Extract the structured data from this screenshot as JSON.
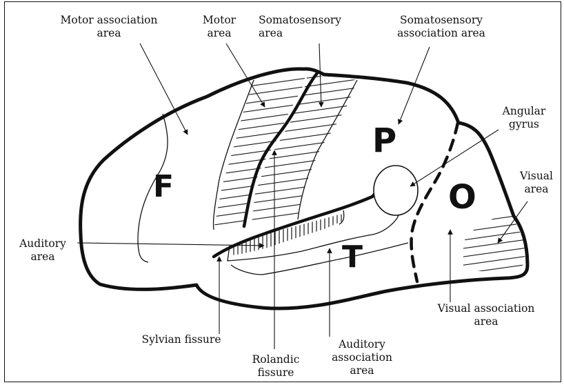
{
  "diagram": {
    "labels": {
      "motor_association_area": [
        "Motor association",
        "area"
      ],
      "motor_area": [
        "Motor",
        "area"
      ],
      "somatosensory_area": [
        "Somatosensory",
        "area"
      ],
      "somatosensory_association_area": [
        "Somatosensory",
        "association area"
      ],
      "angular_gyrus": [
        "Angular",
        "gyrus"
      ],
      "visual_area": [
        "Visual",
        "area"
      ],
      "visual_association_area": [
        "Visual association",
        "area"
      ],
      "auditory_area": [
        "Auditory",
        "area"
      ],
      "sylvian_fissure": [
        "Sylvian fissure"
      ],
      "rolandic_fissure": [
        "Rolandic",
        "fissure"
      ],
      "auditory_association_area": [
        "Auditory",
        "association",
        "area"
      ]
    },
    "lobe_letters": {
      "frontal": "F",
      "parietal": "P",
      "occipital": "O",
      "temporal": "T"
    },
    "colors": {
      "ink": "#111111",
      "background": "#ffffff"
    }
  }
}
